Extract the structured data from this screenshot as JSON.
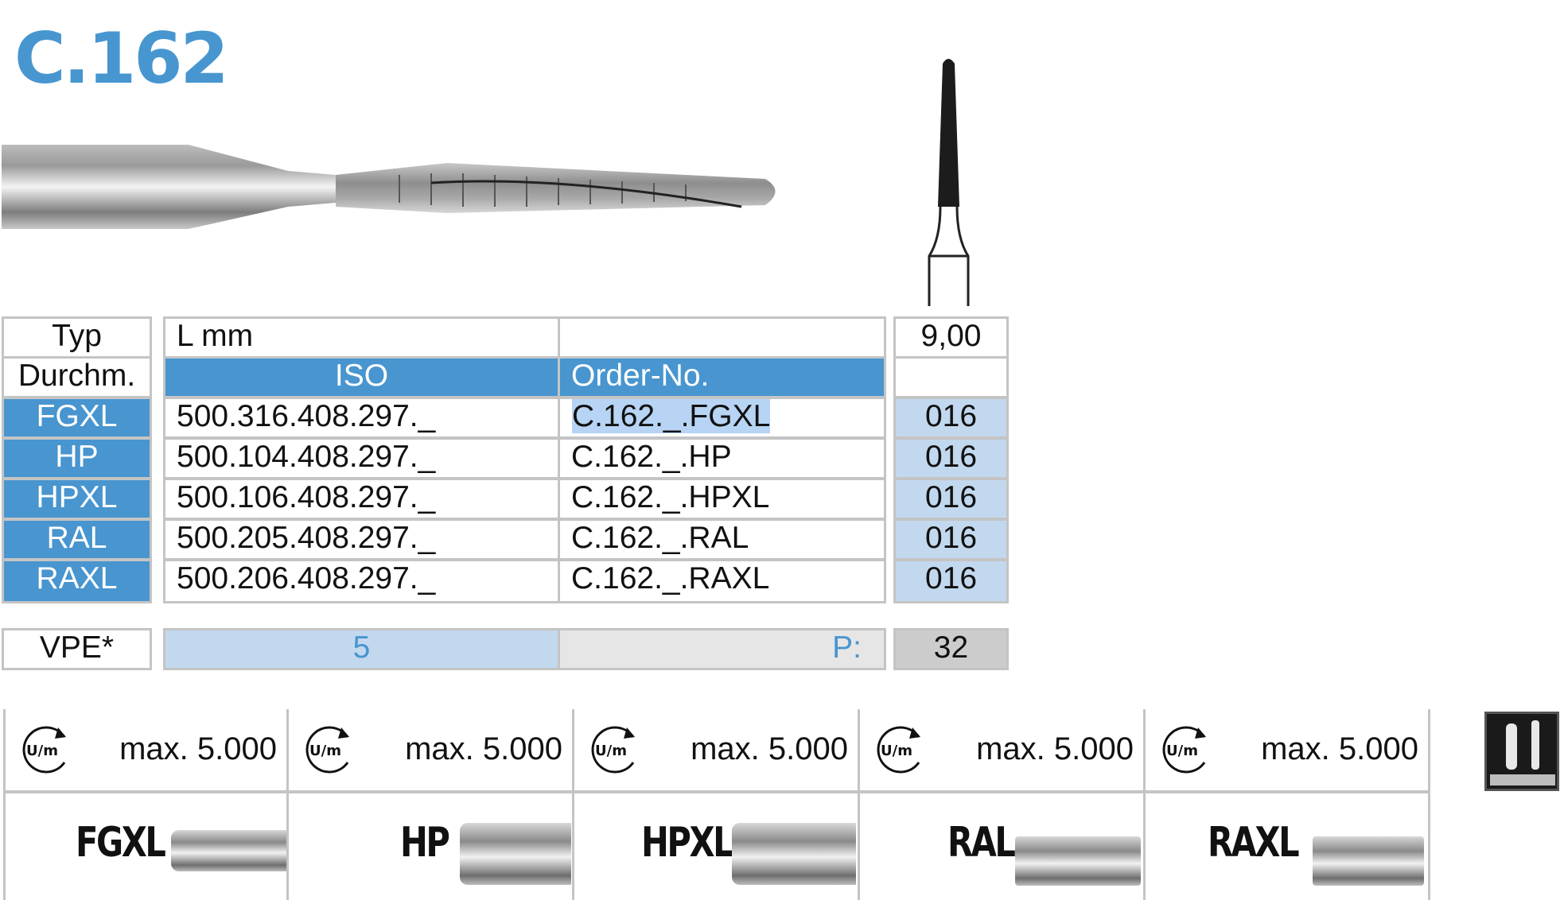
{
  "title": "C.162",
  "table": {
    "row_labels": [
      "Typ",
      "Durchm."
    ],
    "l_mm_label": "L mm",
    "l_mm_value": "9,00",
    "iso_header": "ISO",
    "order_header": "Order-No.",
    "rows": [
      {
        "type": "FGXL",
        "iso": "500.316.408.297._",
        "order": "C.162._.FGXL",
        "diameter": "016"
      },
      {
        "type": "HP",
        "iso": "500.104.408.297._",
        "order": "C.162._.HP",
        "diameter": "016"
      },
      {
        "type": "HPXL",
        "iso": "500.106.408.297._",
        "order": "C.162._.HPXL",
        "diameter": "016"
      },
      {
        "type": "RAL",
        "iso": "500.205.408.297._",
        "order": "C.162._.RAL",
        "diameter": "016"
      },
      {
        "type": "RAXL",
        "iso": "500.206.408.297._",
        "order": "C.162._.RAXL",
        "diameter": "016"
      }
    ]
  },
  "vpe": {
    "label": "VPE*",
    "value": "5",
    "page_label": "P:",
    "page_value": "32"
  },
  "speeds": [
    {
      "icon": "rpm-icon",
      "icon_text": "U/m",
      "value": "max. 5.000",
      "shank": "FGXL"
    },
    {
      "icon": "rpm-icon",
      "icon_text": "U/m",
      "value": "max. 5.000",
      "shank": "HP"
    },
    {
      "icon": "rpm-icon",
      "icon_text": "U/m",
      "value": "max. 5.000",
      "shank": "HPXL"
    },
    {
      "icon": "rpm-icon",
      "icon_text": "U/m",
      "value": "max. 5.000",
      "shank": "RAL"
    },
    {
      "icon": "rpm-icon",
      "icon_text": "U/m",
      "value": "max. 5.000",
      "shank": "RAXL"
    }
  ],
  "colors": {
    "title": "#4796d0",
    "header_blue": "#4895cf",
    "light_blue": "#c2d8ee",
    "highlight": "#b7d4f4",
    "border": "#c4c4c4"
  }
}
